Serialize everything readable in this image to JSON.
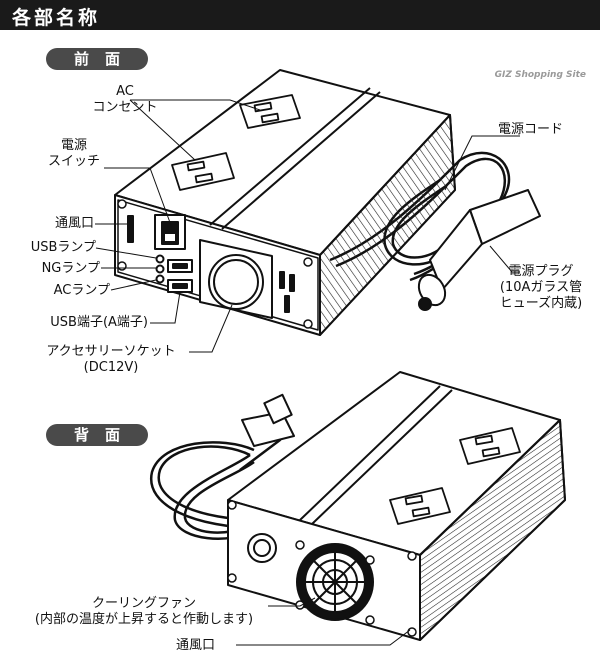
{
  "header": {
    "title": "各部名称"
  },
  "watermark": "GIZ Shopping Site",
  "front_view": {
    "section_label": "前面",
    "labels": {
      "ac_outlet": [
        "AC",
        "コンセント"
      ],
      "power_switch": [
        "電源",
        "スイッチ"
      ],
      "vent": "通風口",
      "usb_lamp": "USBランプ",
      "ng_lamp": "NGランプ",
      "ac_lamp": "ACランプ",
      "usb_port": "USB端子(A端子)",
      "accessory_socket": [
        "アクセサリーソケット",
        "(DC12V)"
      ],
      "power_cord": "電源コード",
      "power_plug": [
        "電源プラグ",
        "(10Aガラス管",
        "ヒューズ内蔵)"
      ]
    }
  },
  "back_view": {
    "section_label": "背面",
    "labels": {
      "cooling_fan": [
        "クーリングファン",
        "(内部の温度が上昇すると作動します)"
      ],
      "vent": "通風口"
    }
  }
}
